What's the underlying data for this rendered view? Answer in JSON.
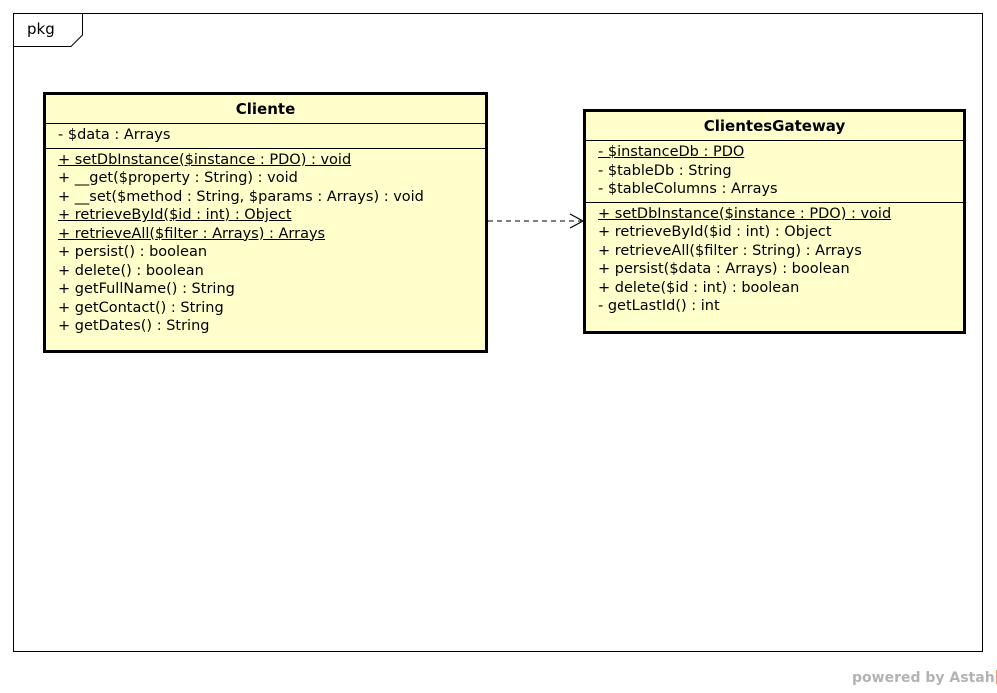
{
  "frame": {
    "label": "pkg"
  },
  "classes": {
    "cliente": {
      "name": "Cliente",
      "attributes": [
        "- $data : Arrays"
      ],
      "operations": [
        {
          "text": "+ setDbInstance($instance : PDO) : void",
          "static": true
        },
        {
          "text": "+ __get($property : String) : void",
          "static": false
        },
        {
          "text": "+ __set($method : String, $params : Arrays) : void",
          "static": false
        },
        {
          "text": "+ retrieveById($id : int) : Object",
          "static": true
        },
        {
          "text": "+ retrieveAll($filter : Arrays) : Arrays",
          "static": true
        },
        {
          "text": "+ persist() : boolean",
          "static": false
        },
        {
          "text": "+ delete() : boolean",
          "static": false
        },
        {
          "text": "+ getFullName() : String",
          "static": false
        },
        {
          "text": "+ getContact() : String",
          "static": false
        },
        {
          "text": "+ getDates() : String",
          "static": false
        }
      ]
    },
    "gateway": {
      "name": "ClientesGateway",
      "attributes": [
        {
          "text": "- $instanceDb : PDO",
          "static": true
        },
        {
          "text": "- $tableDb : String",
          "static": false
        },
        {
          "text": "- $tableColumns : Arrays",
          "static": false
        }
      ],
      "operations": [
        {
          "text": "+ setDbInstance($instance : PDO) : void",
          "static": true
        },
        {
          "text": "+ retrieveById($id : int) : Object",
          "static": false
        },
        {
          "text": "+ retrieveAll($filter : String) : Arrays",
          "static": false
        },
        {
          "text": "+ persist($data : Arrays) : boolean",
          "static": false
        },
        {
          "text": "+ delete($id : int) : boolean",
          "static": false
        },
        {
          "text": "- getLastId() : int",
          "static": false
        }
      ]
    }
  },
  "relationship": {
    "type": "dependency",
    "from": "Cliente",
    "to": "ClientesGateway"
  },
  "footer": {
    "text": "powered by Astah",
    "icon": "astah-logo-icon"
  }
}
